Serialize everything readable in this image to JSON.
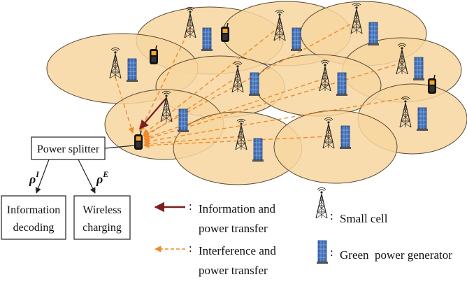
{
  "splitter": {
    "label": "Power splitter",
    "rho_info": "ρ",
    "rho_info_sup": "I",
    "rho_energy": "ρ",
    "rho_energy_sup": "E"
  },
  "info_box": {
    "line1": "Information",
    "line2": "decoding"
  },
  "charge_box": {
    "line1": "Wireless",
    "line2": "charging"
  },
  "legend": {
    "info_transfer": {
      "line1": "Information and",
      "line2": "power transfer",
      "color": "#7b1f1f"
    },
    "interference_transfer": {
      "line1": "Interference and",
      "line2": "power transfer",
      "color": "#f08a2a"
    },
    "small_cell": {
      "label": "Small cell",
      "icon": "tower-icon"
    },
    "green_power": {
      "label": "Green  power generator",
      "icon": "solar-panel-icon"
    },
    "separator": ":"
  },
  "colors": {
    "cell_fill": "#f7d6a0",
    "cell_overlap": "#eec07e",
    "cell_stroke": "#5a4a30",
    "interference": "#f08a2a",
    "info": "#7b1f1f",
    "panel": "#3f6db5"
  }
}
